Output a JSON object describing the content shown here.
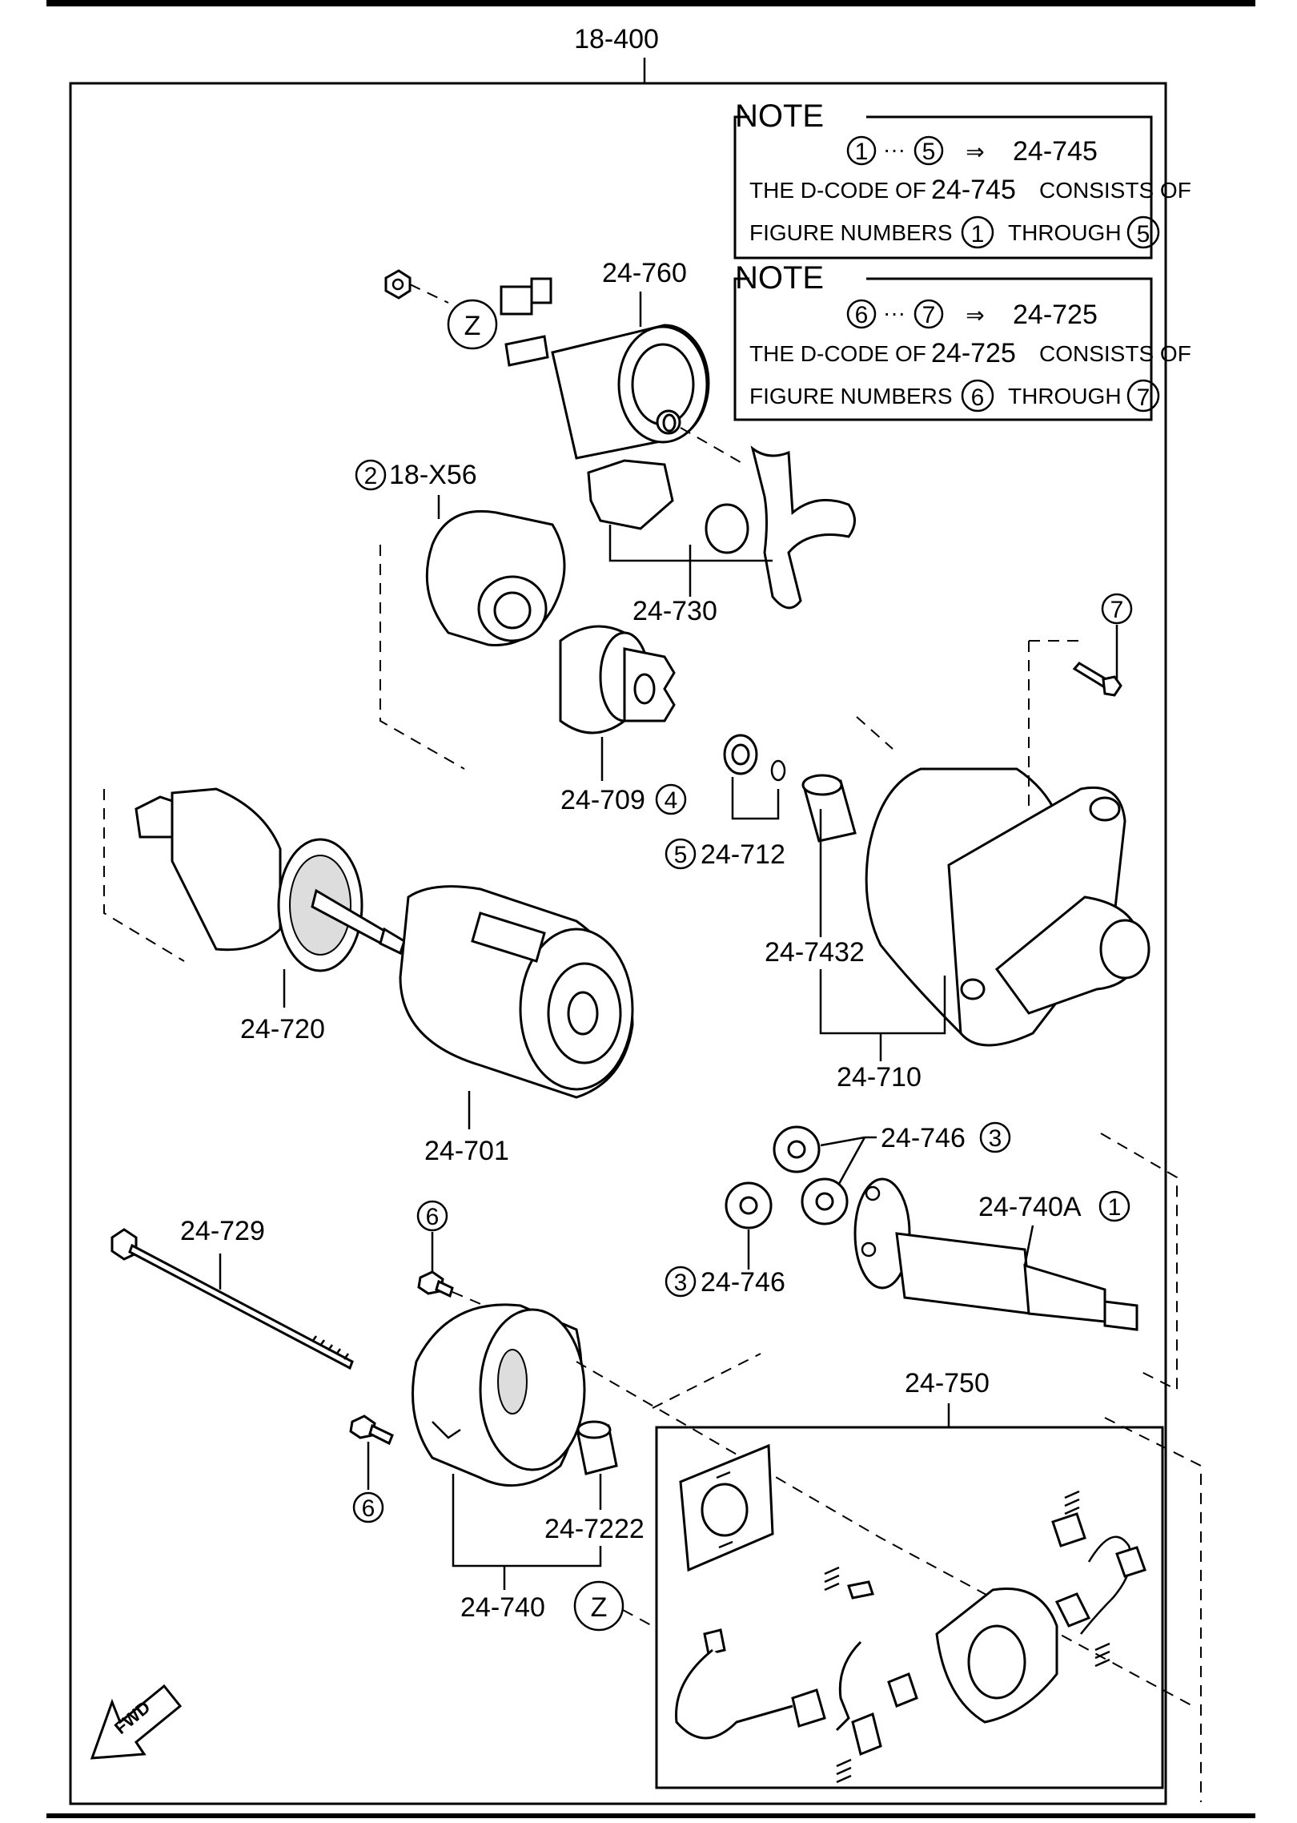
{
  "group_ref": "18-400",
  "notes": [
    {
      "heading": "NOTE",
      "range_start": "1",
      "range_end": "5",
      "target_code": "24-745",
      "line1_prefix": "THE D-CODE OF",
      "line1_code": "24-745",
      "line1_suffix": "CONSISTS OF",
      "line2_prefix": "FIGURE NUMBERS",
      "line2_mid": "THROUGH",
      "line2_end": "."
    },
    {
      "heading": "NOTE",
      "range_start": "6",
      "range_end": "7",
      "target_code": "24-725",
      "line1_prefix": "THE D-CODE OF",
      "line1_code": "24-725",
      "line1_suffix": "CONSISTS OF",
      "line2_prefix": "FIGURE NUMBERS",
      "line2_mid": "THROUGH",
      "line2_end": "."
    }
  ],
  "ellipsis": "···",
  "arrow": "⇒",
  "parts": {
    "p24_760": "24-760",
    "z_marker": "Z",
    "p18_x56": "18-X56",
    "p18_x56_fig": "2",
    "p24_730": "24-730",
    "p24_709": "24-709",
    "p24_709_fig": "4",
    "p24_712": "24-712",
    "p24_712_fig": "5",
    "p24_7432": "24-7432",
    "p24_710": "24-710",
    "p24_720": "24-720",
    "p24_701": "24-701",
    "bolt_fig_top": "7",
    "p24_746_a": "24-746",
    "p24_746_a_fig": "3",
    "p24_740a": "24-740A",
    "p24_740a_fig": "1",
    "p24_746_b": "24-746",
    "p24_746_b_fig": "3",
    "p24_729": "24-729",
    "screw_fig_upper": "6",
    "screw_fig_lower": "6",
    "p24_7222": "24-7222",
    "p24_740": "24-740",
    "p24_750": "24-750",
    "fwd": "FWD"
  }
}
